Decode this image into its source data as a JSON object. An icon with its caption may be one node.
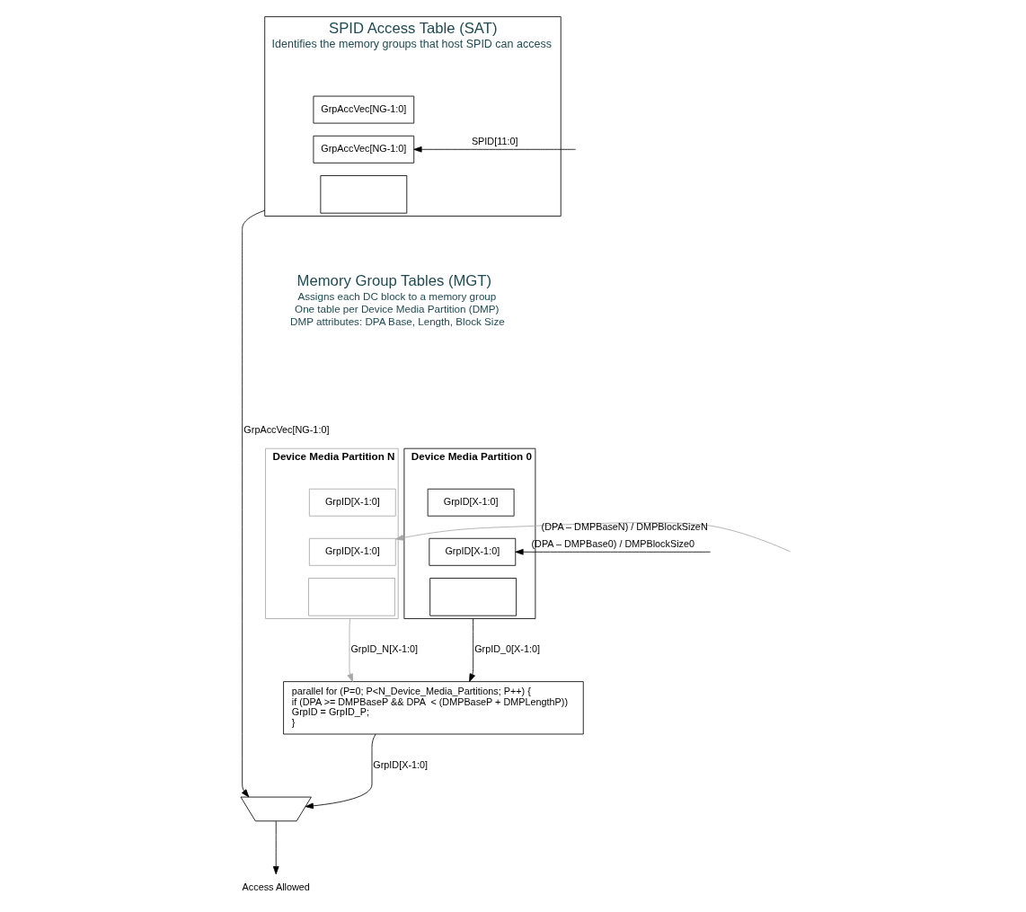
{
  "diagram": {
    "nodes": [
      {
        "text": [
          "SPID Access Table (SAT)",
          "Identifies the memory groups that host SPID can access"
        ]
      },
      {
        "text": [
          "GrpAccVec[NG-1:0]"
        ],
        "in": 0
      },
      {
        "text": [
          "GrpAccVec[NG-1:0]"
        ],
        "in": 0
      },
      {
        "text": [],
        "shape": "box",
        "in": 0
      },
      {
        "text": [
          "Device Media Partition 0"
        ]
      },
      {
        "text": [
          "GrpID[X-1:0]"
        ],
        "in": 4
      },
      {
        "text": [
          "GrpID[X-1:0]"
        ],
        "in": 4
      },
      {
        "text": [],
        "shape": "box",
        "in": 4
      },
      {
        "text": [
          "Device Media Partition N"
        ]
      },
      {
        "text": [
          "GrpID[X-1:0]"
        ],
        "in": 8
      },
      {
        "text": [
          "GrpID[X-1:0]"
        ],
        "in": 8
      },
      {
        "text": [],
        "shape": "box",
        "in": 8
      },
      {
        "text": [
          "parallel for (P=0; P<N_Device_Media_Partitions; P++) {",
          "if (DPA >= DMPBaseP && DPA  < (DMPBaseP + DMPLengthP))",
          "GrpID = GrpID_P;",
          "}"
        ]
      },
      {
        "text": [],
        "shape": "trapezoid"
      },
      {
        "text": [
          "Access Allowed"
        ]
      }
    ],
    "edges": [
      {
        "from": null,
        "to": 2,
        "arrow": "to",
        "label": "SPID[11:0]"
      },
      {
        "from": null,
        "to": 6,
        "arrow": "to",
        "label": "(DPA – DMPBase0) / DMPBlockSize0"
      },
      {
        "from": null,
        "to": 10,
        "arrow": "to",
        "label": "(DPA – DMPBaseN) / DMPBlockSizeN",
        "color": "#a6a6a6"
      },
      {
        "from": 4,
        "to": 12,
        "arrow": "to",
        "label": "GrpID_0[X-1:0]"
      },
      {
        "from": 8,
        "to": 12,
        "arrow": "to",
        "label": "GrpID_N[X-1:0]",
        "color": "#a6a6a6"
      },
      {
        "from": 12,
        "to": 13,
        "arrow": "to",
        "label": "GrpID[X-1:0]"
      },
      {
        "from": 0,
        "to": 13,
        "arrow": "to",
        "label": "GrpAccVec[NG-1:0]"
      },
      {
        "from": 13,
        "to": 14,
        "arrow": "to"
      }
    ],
    "labels": [
      "Memory Group Tables (MGT)",
      "Assigns each DC block to a memory group",
      "One table per Device Media Partition (DMP)",
      "DMP attributes: DPA Base, Length, Block Size"
    ]
  }
}
